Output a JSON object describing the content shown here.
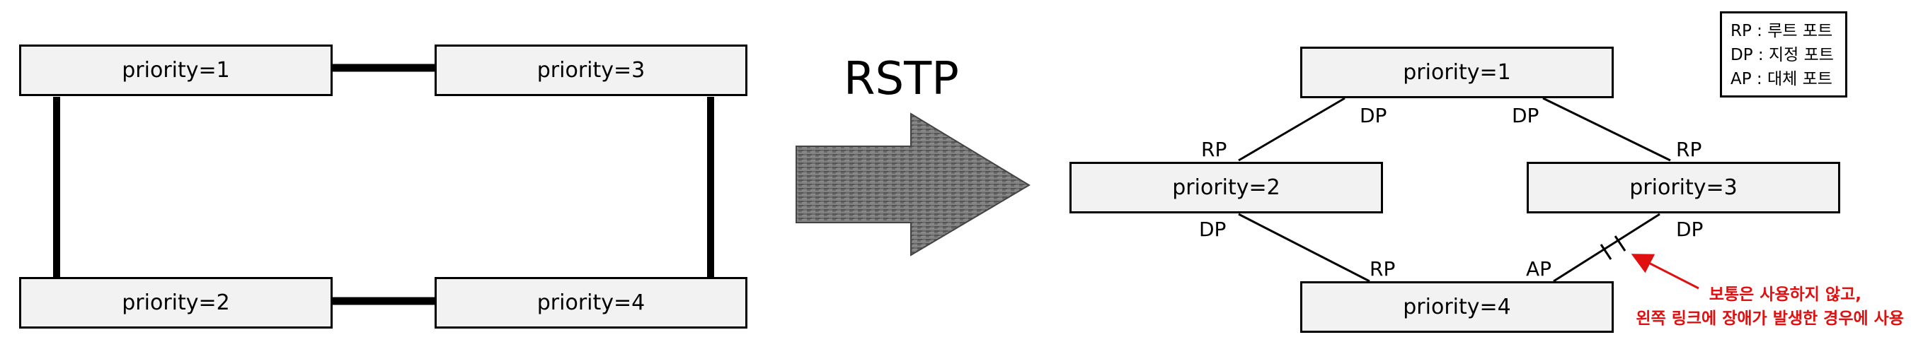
{
  "left": {
    "boxes": [
      "priority=1",
      "priority=3",
      "priority=2",
      "priority=4"
    ]
  },
  "middle": {
    "title": "RSTP"
  },
  "right": {
    "boxes": [
      "priority=1",
      "priority=2",
      "priority=3",
      "priority=4"
    ],
    "port_labels": {
      "p1_left": "DP",
      "p1_right": "DP",
      "p2_top": "RP",
      "p2_bottom": "DP",
      "p3_top": "RP",
      "p3_bottom": "DP",
      "p4_left": "RP",
      "p4_right": "AP"
    }
  },
  "legend": {
    "items": [
      "RP : 루트 포트",
      "DP : 지정 포트",
      "AP : 대체 포트"
    ]
  },
  "note": {
    "lines": [
      "보통은 사용하지 않고,",
      "왼쪽 링크에 장애가 발생한 경우에 사용"
    ]
  },
  "colors": {
    "note": "#e01010",
    "box_fill": "#f2f2f2",
    "arrow": "#6e6e6e"
  }
}
